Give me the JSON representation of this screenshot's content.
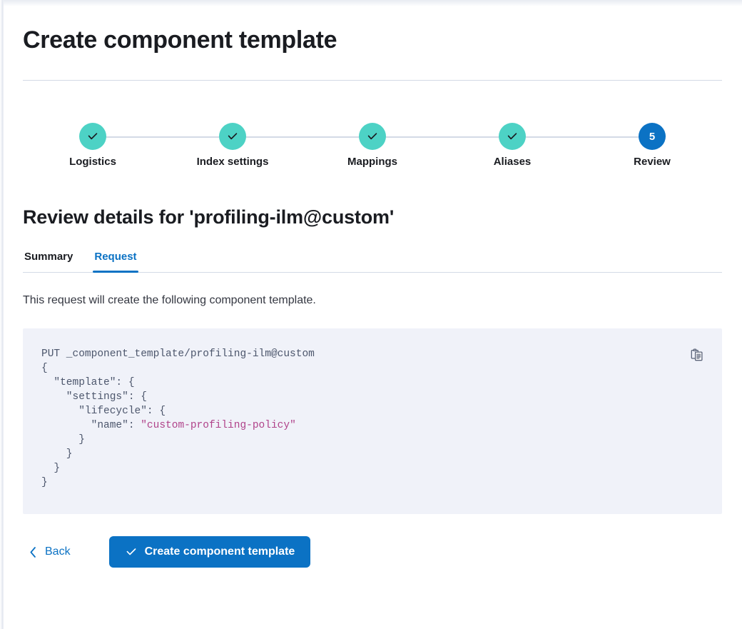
{
  "page": {
    "title": "Create component template"
  },
  "stepper": {
    "steps": [
      {
        "label": "Logistics",
        "state": "complete",
        "indicator": "check-icon"
      },
      {
        "label": "Index settings",
        "state": "complete",
        "indicator": "check-icon"
      },
      {
        "label": "Mappings",
        "state": "complete",
        "indicator": "check-icon"
      },
      {
        "label": "Aliases",
        "state": "complete",
        "indicator": "check-icon"
      },
      {
        "label": "Review",
        "state": "current",
        "indicator": "5"
      }
    ],
    "complete_color": "#4dd2c5",
    "current_color": "#0b72c4",
    "connector_color": "#d3dae6"
  },
  "review": {
    "heading": "Review details for 'profiling-ilm@custom'",
    "tabs": [
      {
        "label": "Summary",
        "active": false
      },
      {
        "label": "Request",
        "active": true
      }
    ],
    "description": "This request will create the following component template.",
    "code": {
      "method_line": "PUT _component_template/profiling-ilm@custom",
      "lines": [
        "PUT _component_template/profiling-ilm@custom",
        "{",
        "  \"template\": {",
        "    \"settings\": {",
        "      \"lifecycle\": {",
        "        \"name\": \"custom-profiling-policy\"",
        "      }",
        "    }",
        "  }",
        "}"
      ],
      "string_value": "\"custom-profiling-policy\"",
      "background_color": "#f0f2f9",
      "text_color": "#4c566c",
      "string_color": "#b0438a",
      "copy_icon": "copy-clipboard-icon"
    }
  },
  "footer": {
    "back_label": "Back",
    "back_icon": "chevron-left-icon",
    "submit_label": "Create component template",
    "submit_icon": "check-icon",
    "accent_color": "#0b72c4"
  }
}
